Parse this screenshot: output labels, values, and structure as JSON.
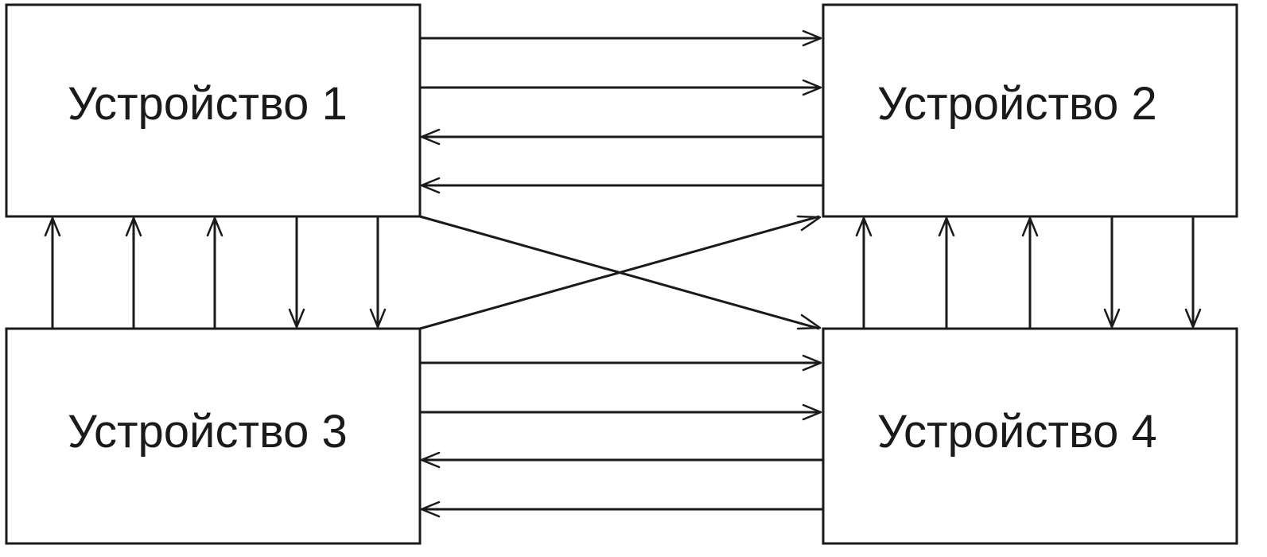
{
  "devices": {
    "d1": {
      "label": "Устройство 1"
    },
    "d2": {
      "label": "Устройство 2"
    },
    "d3": {
      "label": "Устройство 3"
    },
    "d4": {
      "label": "Устройство 4"
    }
  },
  "colors": {
    "ink": "#1a1a1a",
    "background": "#ffffff"
  }
}
